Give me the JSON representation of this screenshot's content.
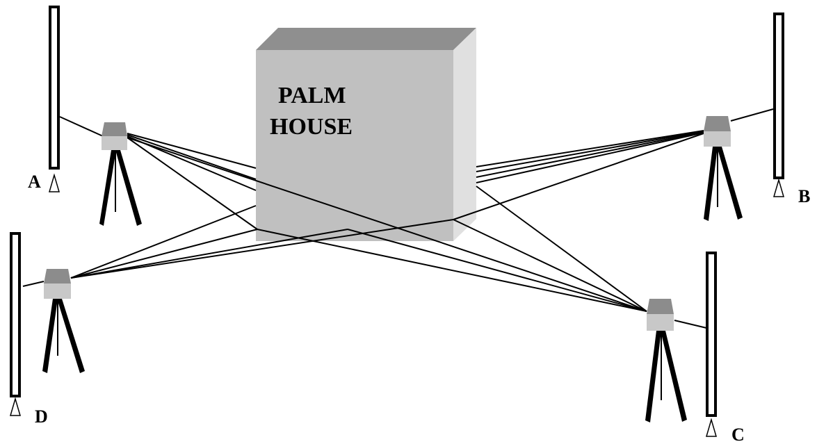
{
  "building": {
    "label_line1": "PALM",
    "label_line2": "HOUSE",
    "colors": {
      "front": "#c0c0c0",
      "top": "#8f8f8f",
      "side": "#e0e0e0"
    }
  },
  "stations": {
    "A": {
      "label": "A"
    },
    "B": {
      "label": "B"
    },
    "C": {
      "label": "C"
    },
    "D": {
      "label": "D"
    }
  },
  "instrument_colors": {
    "head": "#8c8c8c",
    "body": "#c8c8c8",
    "legs": "#000000"
  }
}
